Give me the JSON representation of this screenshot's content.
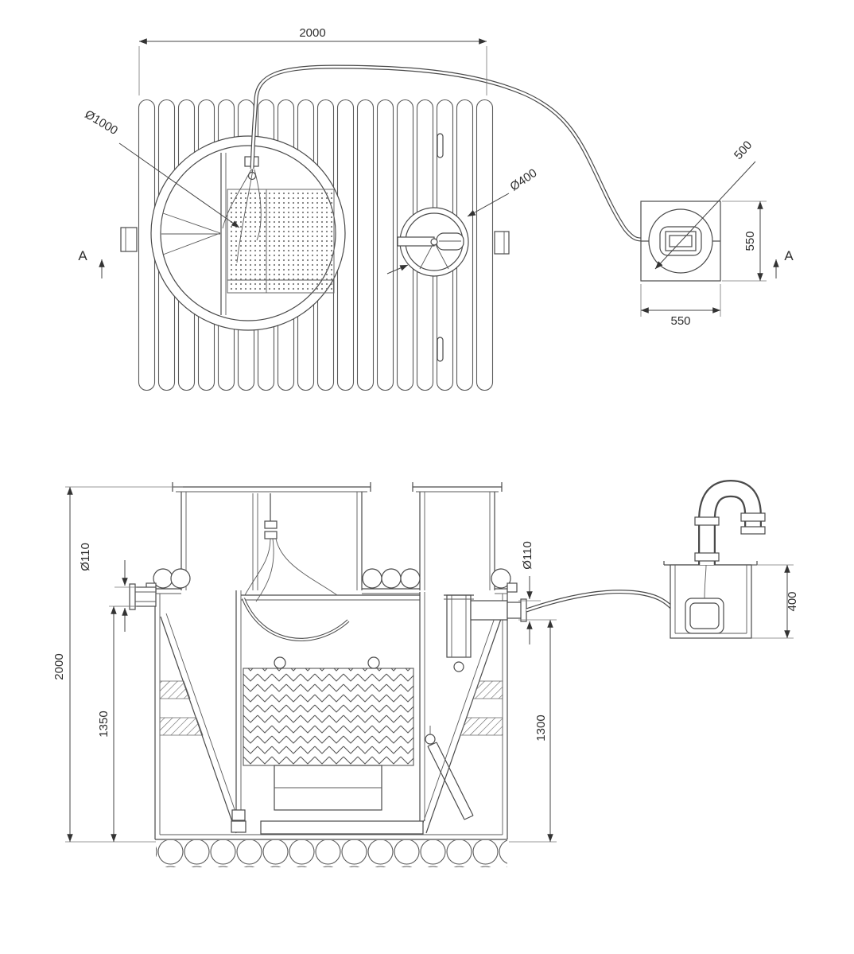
{
  "plan": {
    "dim_width": "2000",
    "label_manhole": "Ø1000",
    "label_inspection": "Ø400",
    "label_pump_shaft": "500",
    "dim_shaft_height": "550",
    "dim_shaft_width": "550",
    "section_left": "A",
    "section_right": "A"
  },
  "section": {
    "dim_total_height": "2000",
    "dim_inlet_depth": "1350",
    "dim_outlet_depth": "1300",
    "dim_shaft_box_height": "400",
    "dim_inlet_pipe": "Ø110",
    "dim_outlet_pipe": "Ø110"
  },
  "colors": {
    "line": "#4a4a4a",
    "dimension": "#333333",
    "background": "#ffffff"
  }
}
